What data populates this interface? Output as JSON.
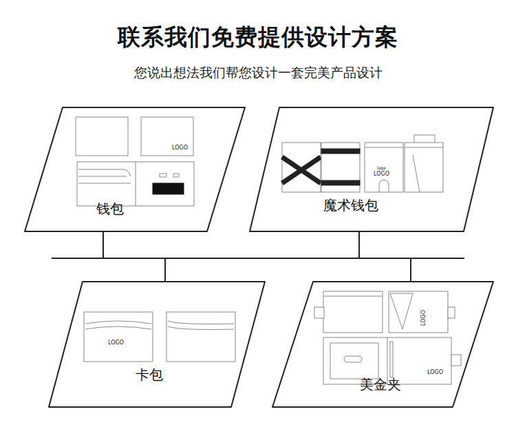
{
  "diagram": {
    "title": "联系我们免费提供设计方案",
    "nodes": [
      {
        "text": [
          "钱包"
        ]
      },
      {
        "text": [
          "魔术钱包"
        ]
      },
      {
        "text": [
          "卡包"
        ]
      },
      {
        "text": [
          "美金夹"
        ]
      }
    ],
    "edges": [
      {
        "from": 0,
        "to": 2,
        "arrow": "none"
      },
      {
        "from": 0,
        "to": 3,
        "arrow": "none"
      },
      {
        "from": 1,
        "to": 2,
        "arrow": "none"
      },
      {
        "from": 1,
        "to": 3,
        "arrow": "none"
      }
    ],
    "labels": [
      "您说出想法我们帮您设计一套完美产品设计",
      "LOGO",
      "logo",
      "LOGO",
      "LOGO",
      "LOGO",
      "LOGO"
    ]
  }
}
